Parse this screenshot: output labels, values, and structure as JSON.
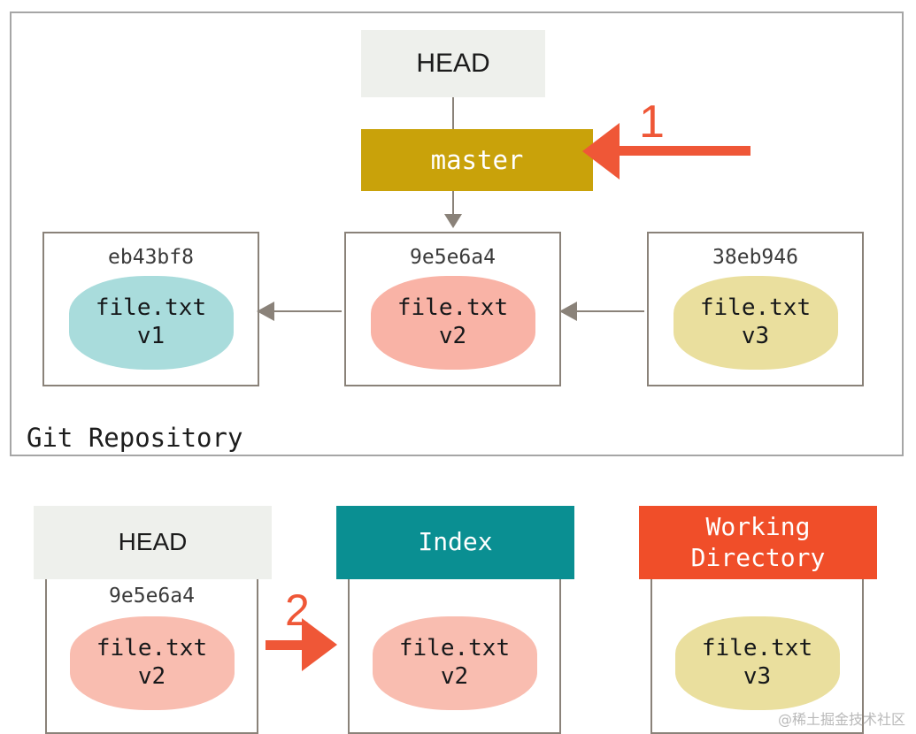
{
  "diagram": {
    "title_label": "Git Repository",
    "watermark": "@稀土掘金技术社区",
    "colors": {
      "frame_border": "#a6a6a6",
      "head_chip_bg": "#eef0ec",
      "master_bg": "#c9a20a",
      "index_bg": "#0a8f92",
      "working_dir_bg": "#f04e29",
      "callout_red": "#ef5737",
      "connector_gray": "#8a8279",
      "blob_v1": "#a9dcdc",
      "blob_v2": "#f9b3a6",
      "blob_v3": "#eadf9e",
      "blob_v2_light": "#f9bdb0"
    }
  },
  "repository": {
    "head_label": "HEAD",
    "branch_label": "master",
    "commits": [
      {
        "hash": "eb43bf8",
        "file": "file.txt",
        "version": "v1",
        "color": "#a9dcdc"
      },
      {
        "hash": "9e5e6a4",
        "file": "file.txt",
        "version": "v2",
        "color": "#f9b3a6"
      },
      {
        "hash": "38eb946",
        "file": "file.txt",
        "version": "v3",
        "color": "#eadf9e"
      }
    ]
  },
  "callouts": [
    {
      "number": "1",
      "direction": "left",
      "target": "master"
    },
    {
      "number": "2",
      "direction": "right",
      "target": "index"
    }
  ],
  "areas": [
    {
      "header": "HEAD",
      "header_style": "light",
      "hash": "9e5e6a4",
      "file": "file.txt",
      "version": "v2",
      "blob_color": "#f9bdb0"
    },
    {
      "header": "Index",
      "header_style": "teal",
      "hash": "",
      "file": "file.txt",
      "version": "v2",
      "blob_color": "#f9bdb0"
    },
    {
      "header_line1": "Working",
      "header_line2": "Directory",
      "header_style": "orange",
      "hash": "",
      "file": "file.txt",
      "version": "v3",
      "blob_color": "#eadf9e"
    }
  ]
}
